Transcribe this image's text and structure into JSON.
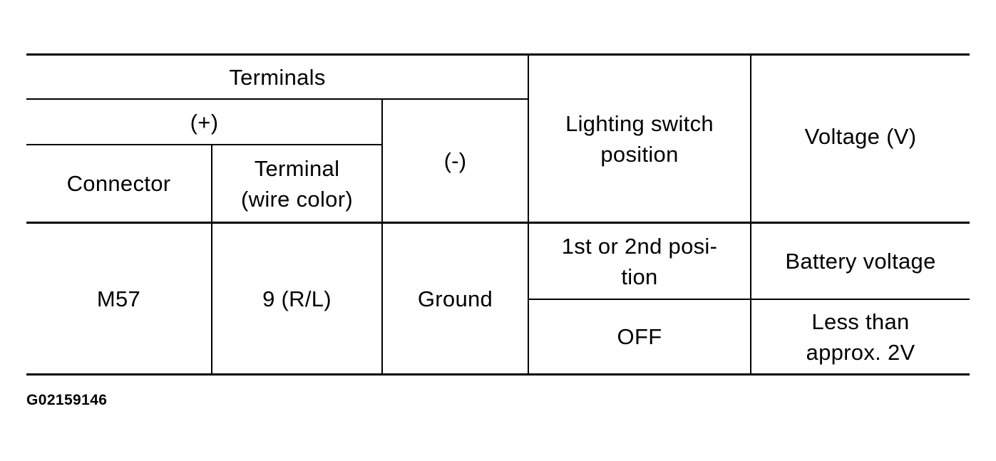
{
  "table": {
    "header": {
      "terminals": "Terminals",
      "plus": "(+)",
      "minus": "(-)",
      "connector": "Connector",
      "terminal_wire": "Terminal\n(wire color)",
      "lighting_switch": "Lighting switch\nposition",
      "voltage": "Voltage (V)"
    },
    "row": {
      "connector": "M57",
      "terminal": "9 (R/L)",
      "minus": "Ground",
      "conditions": [
        {
          "switch_position": "1st or 2nd posi-\ntion",
          "voltage": "Battery voltage"
        },
        {
          "switch_position": "OFF",
          "voltage": "Less than\napprox. 2V"
        }
      ]
    }
  },
  "figure_id": "G02159146"
}
